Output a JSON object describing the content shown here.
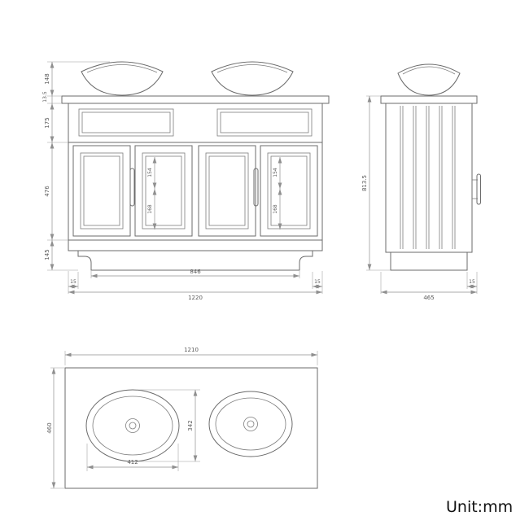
{
  "unit_label": "Unit:mm",
  "drawing": {
    "type": "technical-dimension-drawing",
    "subject": "double-basin vanity cabinet",
    "line_color": "#6b6b6b",
    "dim_color": "#8f8f8f",
    "background": "#ffffff"
  },
  "front_view": {
    "dims": {
      "sink_height": "148",
      "counter_thickness": "13.5",
      "apron_height": "175",
      "door_height": "476",
      "base_height": "145",
      "panel_width": "154",
      "panel_height": "168",
      "plinth_width": "846",
      "left_inset": "15",
      "right_inset": "15",
      "overall_width": "1220"
    }
  },
  "side_view": {
    "dims": {
      "overall_height": "813.5",
      "rear_inset": "15",
      "overall_depth": "465"
    }
  },
  "top_view": {
    "dims": {
      "overall_width": "1210",
      "overall_depth": "460",
      "basin_length": "342",
      "basin_span": "412"
    }
  }
}
